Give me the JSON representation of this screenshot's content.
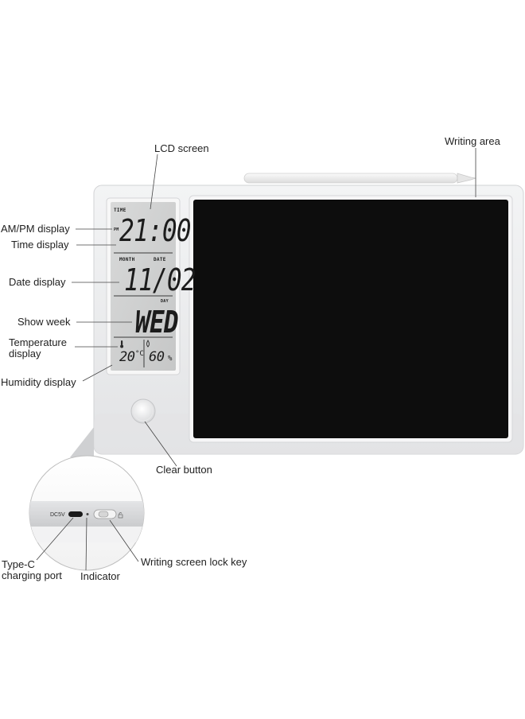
{
  "labels": {
    "lcd_screen": "LCD screen",
    "writing_area": "Writing area",
    "ampm_display": "AM/PM display",
    "time_display": "Time display",
    "date_display": "Date display",
    "show_week": "Show week",
    "temperature_display": "Temperature display",
    "humidity_display": "Humidity display",
    "clear_button": "Clear button",
    "type_c_port": "Type-C charging port",
    "indicator": "Indicator",
    "lock_key": "Writing screen lock key"
  },
  "lcd": {
    "time_label": "TIME",
    "ampm": "PM",
    "time": "21:00",
    "month_label": "MONTH",
    "date_label": "DATE",
    "date": "11/02",
    "day_label": "DAY",
    "weekday": "WED",
    "temperature": "20",
    "temperature_unit": "°C",
    "humidity": "60",
    "humidity_unit": "%"
  },
  "port_panel": {
    "dc_label": "DC5V"
  },
  "colors": {
    "device_body": "#e9eaec",
    "writing_screen": "#0d0d0d",
    "lcd_background": "#cfd0d0",
    "stylus": "#f2f2f2"
  }
}
